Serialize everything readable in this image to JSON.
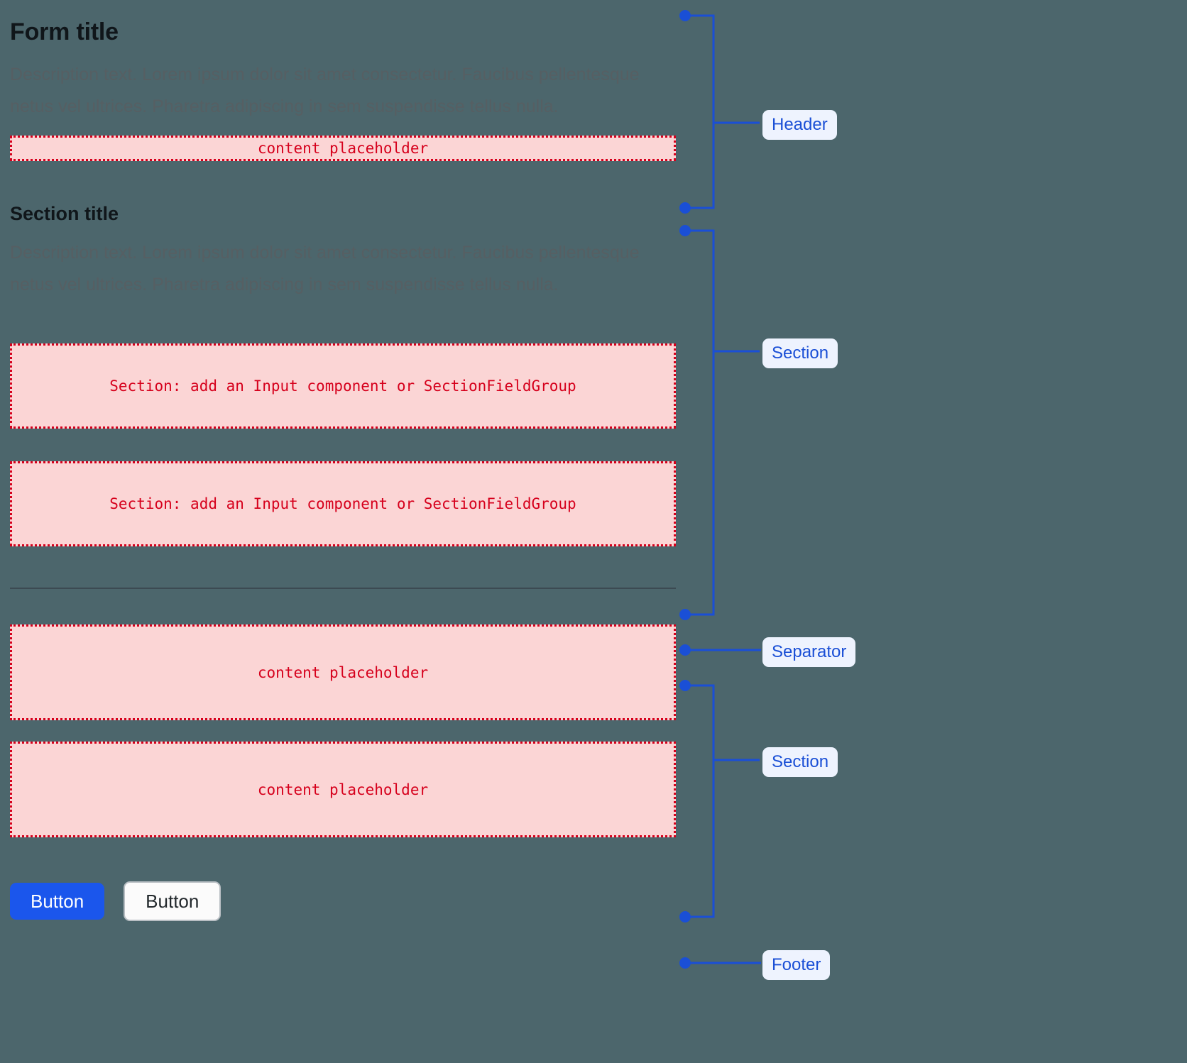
{
  "page": {
    "background_color": "#4c666c",
    "accent_blue": "#1b56ec",
    "annotation_blue": "#1a4fd6",
    "annotation_label_bg": "#eef3fe",
    "placeholder_fill": "#fbd5d5",
    "placeholder_border": "#d6001c"
  },
  "header": {
    "title": "Form title",
    "description": "Description text. Lorem ipsum dolor sit amet consectetur. Faucibus pellentesque netus vel ultrices. Pharetra adipiscing in sem suspendisse tellus nulla.",
    "placeholder": "content placeholder"
  },
  "section": {
    "title": "Section title",
    "description": "Description text. Lorem ipsum dolor sit amet consectetur. Faucibus pellentesque netus vel ultrices. Pharetra adipiscing in sem suspendisse tellus nulla.",
    "fields": [
      "Section: add an Input component or SectionFieldGroup",
      "Section: add an Input component or SectionFieldGroup"
    ]
  },
  "section_two": {
    "fields": [
      "content placeholder",
      "content placeholder"
    ]
  },
  "footer": {
    "primary_button": "Button",
    "secondary_button": "Button"
  },
  "annotations": {
    "header": "Header",
    "section_one": "Section",
    "separator": "Separator",
    "section_two": "Section",
    "footer": "Footer"
  }
}
